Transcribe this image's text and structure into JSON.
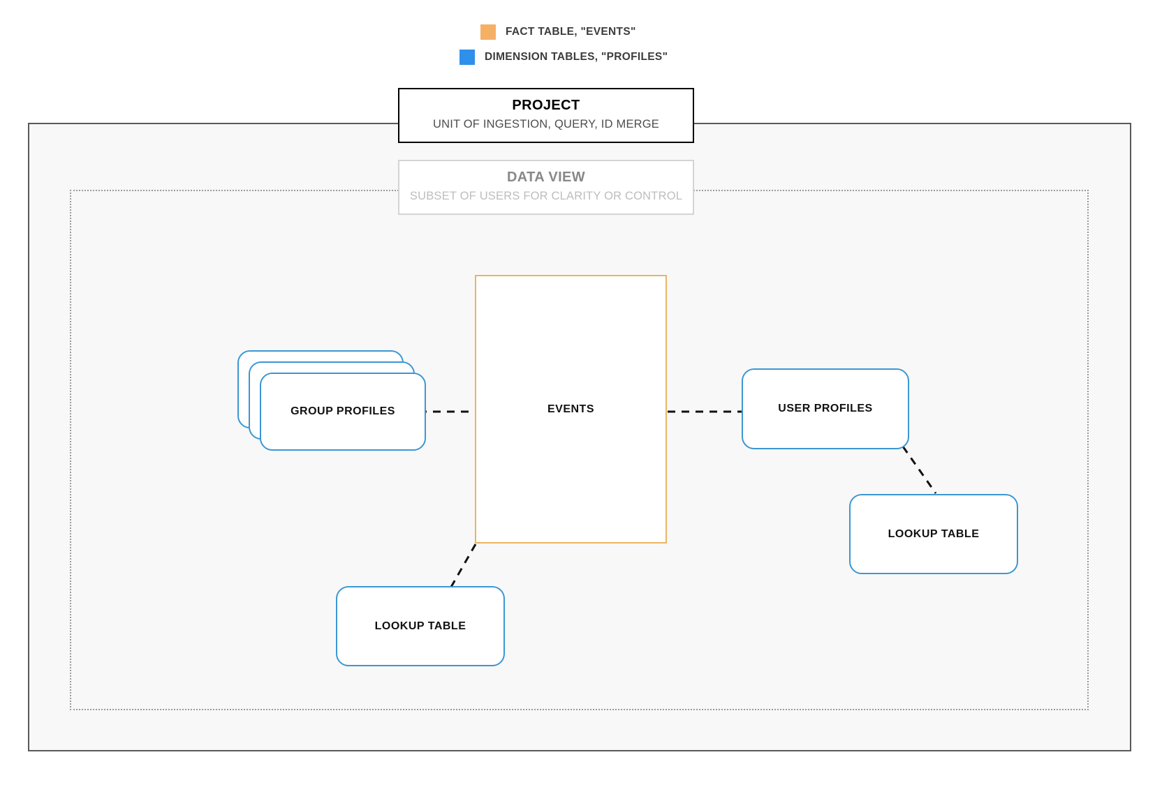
{
  "legend": {
    "items": [
      {
        "label": "FACT TABLE, \"EVENTS\"",
        "color": "#f5b066",
        "swatch_name": "fact-table-swatch"
      },
      {
        "label": "DIMENSION TABLES, \"PROFILES\"",
        "color": "#2f90eb",
        "swatch_name": "dimension-tables-swatch"
      }
    ]
  },
  "project": {
    "title": "PROJECT",
    "subtitle": "UNIT OF INGESTION, QUERY, ID MERGE",
    "border_color": "#000000"
  },
  "data_view": {
    "title": "DATA VIEW",
    "subtitle": "SUBSET OF USERS FOR CLARITY OR CONTROL",
    "border_color": "#d4d4d4"
  },
  "nodes": {
    "events": {
      "label": "EVENTS",
      "color": "#eab464"
    },
    "group_profiles": {
      "label": "GROUP PROFILES",
      "color": "#3b97d3",
      "stack_count": 3
    },
    "user_profiles": {
      "label": "USER PROFILES",
      "color": "#3b97d3"
    },
    "lookup_table_left": {
      "label": "LOOKUP TABLE",
      "color": "#3b97d3"
    },
    "lookup_table_right": {
      "label": "LOOKUP TABLE",
      "color": "#3b97d3"
    }
  },
  "connections": [
    {
      "from": "group-profiles",
      "to": "events",
      "style": "dashed"
    },
    {
      "from": "events",
      "to": "user-profiles",
      "style": "dashed"
    },
    {
      "from": "events",
      "to": "lookup-table-left",
      "style": "dashed"
    },
    {
      "from": "user-profiles",
      "to": "lookup-table-right",
      "style": "dashed"
    }
  ]
}
